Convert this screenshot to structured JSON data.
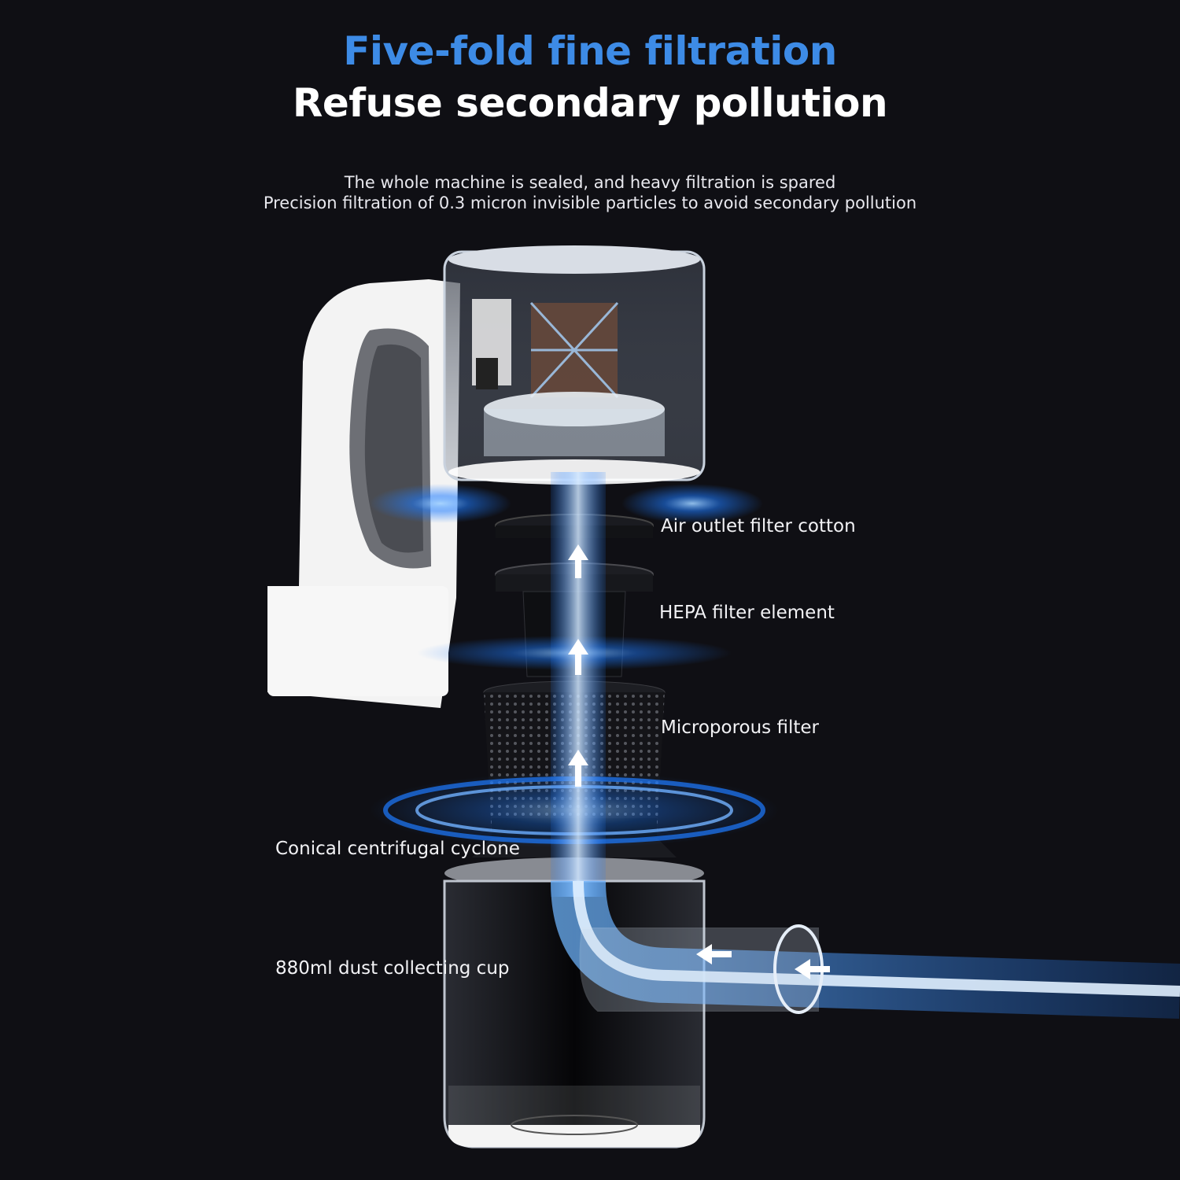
{
  "header": {
    "title_line1": "Five-fold fine filtration",
    "title_line2": "Refuse secondary pollution"
  },
  "description": {
    "line1": "The whole machine is sealed, and heavy filtration is spared",
    "line2": "Precision filtration of 0.3 micron invisible particles to avoid secondary pollution"
  },
  "labels": [
    "Air outlet filter cotton",
    "HEPA filter element",
    "Microporous filter",
    "Conical centrifugal cyclone",
    "880ml dust collecting cup"
  ],
  "colors": {
    "background": "#0f0f14",
    "accent_blue": "#3d8be6",
    "airflow_blue": "#1e7bff",
    "body_white": "#f4f4f4"
  }
}
